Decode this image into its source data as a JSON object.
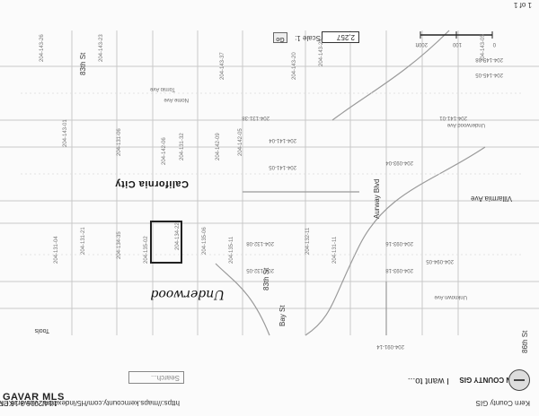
{
  "header": {
    "date": "4/14/2016  3:16 PM",
    "page": "1 of 1",
    "app_title": "Kern County GIS"
  },
  "toolbar": {
    "brand": "KERN COUNTY GIS",
    "i_want_to": "I want to...",
    "search_placeholder": "Search...",
    "tools": "Tools",
    "scale_label": "Scale 1:",
    "scale_value": "2,257",
    "go": "Go",
    "scalebar": [
      "0",
      "100",
      "200ft"
    ]
  },
  "map": {
    "city": "California City",
    "streets": [
      "Aurway Blvd",
      "Villarmia Ave",
      "83th St",
      "Underwood Ave",
      "Nome Ave",
      "Unknown Ave",
      "83th St",
      "Bay St",
      "86th St",
      "Tornio Ave"
    ],
    "parcels": [
      "204-143-05",
      "204-143-29",
      "204-143-20",
      "204-143-37",
      "204-143-23",
      "204-143-26",
      "204-142-05",
      "204-142-09",
      "204-142-06",
      "204-143-01",
      "204-131-06",
      "204-131-32",
      "204-131-38",
      "204-141-01",
      "204-141-04",
      "204-141-05",
      "204-093-04",
      "204-093-16",
      "204-093-18",
      "204-132-08",
      "204-132-05",
      "204-094-05",
      "204-131-11",
      "204-132-11",
      "204-135-11",
      "204-134-22",
      "204-135-02",
      "204-134-35",
      "204-131-04",
      "204-131-21",
      "204-135-06",
      "204-145-08",
      "204-145-05",
      "204-091-14"
    ],
    "annotation": "Underwood"
  },
  "footer": {
    "url": "https://maps.kerncounty.com/H5/index.html?viewer=KCPublic",
    "watermark": "GAVAR MLS"
  }
}
